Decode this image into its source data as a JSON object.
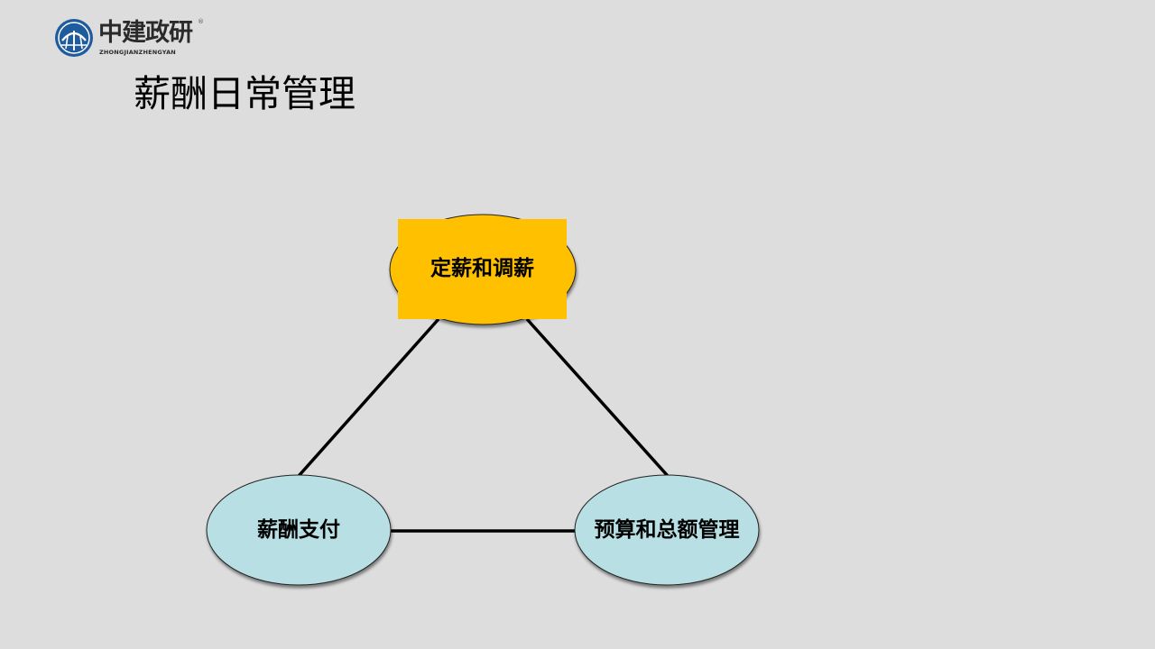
{
  "logo": {
    "name_cn": "中建政研",
    "name_en": "ZHONGJIANZHENGYAN",
    "reg_mark": "®"
  },
  "slide": {
    "title": "薪酬日常管理"
  },
  "diagram": {
    "nodes": [
      {
        "id": "top",
        "label": "定薪和调薪"
      },
      {
        "id": "left",
        "label": "薪酬支付"
      },
      {
        "id": "right",
        "label": "预算和总额管理"
      }
    ],
    "edges": [
      {
        "from": "top",
        "to": "left"
      },
      {
        "from": "top",
        "to": "right"
      },
      {
        "from": "left",
        "to": "right"
      }
    ]
  },
  "colors": {
    "background": "#dddddd",
    "highlight_fill": "#ffc000",
    "node_fill": "#b8e0e4",
    "edge": "#000000"
  }
}
